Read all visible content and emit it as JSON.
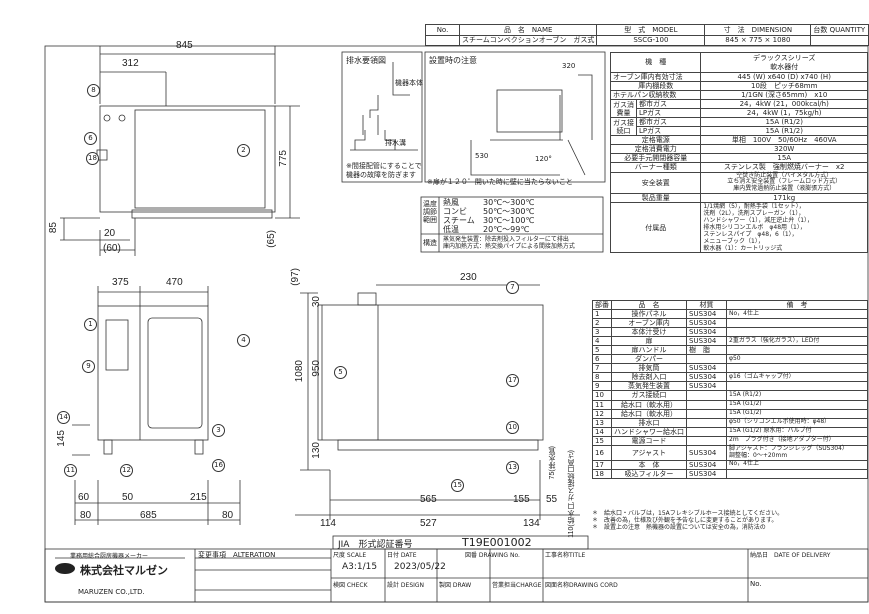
{
  "header": {
    "no_label": "No.",
    "name_label": "品　名　NAME",
    "model_label": "型　式　MODEL",
    "dimension_label": "寸　法　DIMENSION",
    "quantity_label": "台数 QUANTITY",
    "name": "スチームコンベクションオーブン　ガス式",
    "model": "SSCG-100",
    "dimension": "845 × 775 × 1080"
  },
  "dims": {
    "top_w": "845",
    "top_312": "312",
    "top_775": "775",
    "top_85": "85",
    "top_20": "20",
    "top_60": "(60)",
    "top_65": "(65)",
    "f_375": "375",
    "f_470": "470",
    "f_145": "145",
    "f_60": "60",
    "f_50": "50",
    "f_215": "215",
    "f_80a": "80",
    "f_685": "685",
    "f_80b": "80",
    "s_230": "230",
    "s_97": "(97)",
    "s_30": "30",
    "s_1080": "1080",
    "s_950": "950",
    "s_130": "130",
    "s_114": "114",
    "s_527": "527",
    "s_134": "134",
    "s_565": "565",
    "s_155": "155",
    "s_55": "55",
    "s_75": "75(排水管)",
    "s_110": "110(給水口,ガス接続口高さ)"
  },
  "balloons": [
    "1",
    "2",
    "3",
    "4",
    "5",
    "6",
    "7",
    "8",
    "9",
    "10",
    "11",
    "12",
    "13",
    "14",
    "15",
    "16",
    "17",
    "18"
  ],
  "drain": {
    "title": "排水要領図",
    "body_label": "機器本体",
    "channel_label": "排水溝",
    "note": "※間接配管にすることで機器の故障を防ぎます"
  },
  "install": {
    "title": "設置時の注意",
    "dim_320": "320",
    "dim_530": "530",
    "angle": "120°",
    "note": "※扉が１２０゜開いた時に壁に当たらないこと"
  },
  "temp": {
    "label": "温度調節範囲",
    "rows": [
      [
        "熱風",
        "30℃～300℃"
      ],
      [
        "コンビ",
        "50℃～300℃"
      ],
      [
        "スチーム",
        "30℃～100℃"
      ],
      [
        "低温",
        "20℃～99℃"
      ]
    ],
    "struct_label": "構造",
    "struct_lines": [
      "蒸気発生装置：除去剤投入フィルターにて排出",
      "庫内加熱方式：熱交換パイプによる間接加熱方式"
    ]
  },
  "spec": {
    "kind_label": "機　種",
    "kind": "デラックスシリーズ\n軟水器付",
    "rows": [
      [
        "オーブン庫内有効寸法",
        "445 (W) x640 (D) x740 (H)"
      ],
      [
        "庫内棚段数",
        "10段　ピッチ68mm"
      ],
      [
        "ホテルパン収納枚数",
        "1/1GN (深さ65mm)　x10"
      ]
    ],
    "gas_cons": "ガス消費量",
    "gas_conn": "ガス接続口",
    "city": "都市ガス",
    "lp": "LPガス",
    "gas_cons_city": "24，4kW (21，000kcal/h)",
    "gas_cons_lp": "24，4kW (1，75kg/h)",
    "gas_conn_city": "15A (R1/2)",
    "gas_conn_lp": "15A (R1/2)",
    "rows2": [
      [
        "定格電源",
        "単相　100V　50/60Hz　460VA"
      ],
      [
        "定格消費電力",
        "320W"
      ],
      [
        "必要手元開閉器容量",
        "15A"
      ],
      [
        "バーナー種類",
        "ステンレス製　強制燃焼バーナー　x2"
      ],
      [
        "安全装置",
        "空焚き防止装置（バイメタル方式）\n立ち消え安全装置（フレームロッド方式）\n庫内異常過熱防止装置（液膨張方式）"
      ],
      [
        "製品重量",
        "171kg"
      ],
      [
        "付属品",
        "1/1焼網（5），耐熱手袋（1セット），\n洗剤（2L），洗剤スプレーガン（1），\nハンドシャワー（1），減圧逆止弁（1），\n排水用シリコンエルボ　φ48用（1），\nステンレスパイプ　φ48，6（1），\nメニューブック（1），\n軟水器（1）：カートリッジ式"
      ]
    ]
  },
  "parts": {
    "headers": [
      "部番",
      "品　名",
      "材質",
      "備　考"
    ],
    "rows": [
      [
        "1",
        "操作パネル",
        "SUS304",
        "No，4仕上"
      ],
      [
        "2",
        "オーブン庫内",
        "SUS304",
        ""
      ],
      [
        "3",
        "本体汁受け",
        "SUS304",
        ""
      ],
      [
        "4",
        "扉",
        "SUS304",
        "2重ガラス（強化ガラス），LED付"
      ],
      [
        "5",
        "扉ハンドル",
        "樹　脂",
        ""
      ],
      [
        "6",
        "ダンパー",
        "",
        "φ50"
      ],
      [
        "7",
        "排気筒",
        "SUS304",
        ""
      ],
      [
        "8",
        "除去剤入口",
        "SUS304",
        "φ16（ゴムキャップ付）"
      ],
      [
        "9",
        "蒸気発生装置",
        "SUS304",
        ""
      ],
      [
        "10",
        "ガス接続口",
        "",
        "15A (R1/2)"
      ],
      [
        "11",
        "給水口（軟水用）",
        "",
        "15A (G1/2)"
      ],
      [
        "12",
        "給水口（軟水用）",
        "",
        "15A (G1/2)"
      ],
      [
        "13",
        "排水口",
        "",
        "φ50（シリコンエルボ使用時：φ48）"
      ],
      [
        "14",
        "ハンドシャワー給水口",
        "",
        "15A (G1/2) 原水用：バルブ付"
      ],
      [
        "15",
        "電源コード",
        "",
        "2m　プラグ付き（接地アダプター付）"
      ],
      [
        "16",
        "アジャスト",
        "SUS304",
        "脚アジャスト：フランジレッグ（SUS304）\n調整幅：0～+20mm"
      ],
      [
        "17",
        "本　体",
        "SUS304",
        "No，4仕上"
      ],
      [
        "18",
        "吸込フィルター",
        "SUS304",
        ""
      ]
    ],
    "notes": [
      "＊　給水口・バルブは，15Aフレキシブルホース接続としてください。",
      "＊　改善の為，仕様及び外観を予告なしに変更することがあります。",
      "＊　設置上の注意　熱機器の設置については安全の為，消防法の"
    ]
  },
  "jia": {
    "label": "JIA　形式認証番号",
    "number": "T19E001002"
  },
  "title_block": {
    "maker_line": "業務用総合厨房機器メーカー",
    "company": "株式会社マルゼン",
    "company_en": "MARUZEN CO.,LTD.",
    "alteration": "変更事項　ALTERATION",
    "scale_label": "尺度 SCALE",
    "scale": "A3:1/15",
    "date_label": "日付 DATE",
    "date": "2023/05/22",
    "drawing_no_label": "図番 DRAWING No.",
    "title_label": "工事名称TITLE",
    "delivery_label": "納品日　DATE OF DELIVERY",
    "check_label": "検図 CHECK",
    "design_label": "設計 DESIGN",
    "draw_label": "製図 DRAW",
    "charge_label": "営業担当CHARGE",
    "cord_label": "図面名称DRAWING CORD",
    "no_label": "No."
  }
}
